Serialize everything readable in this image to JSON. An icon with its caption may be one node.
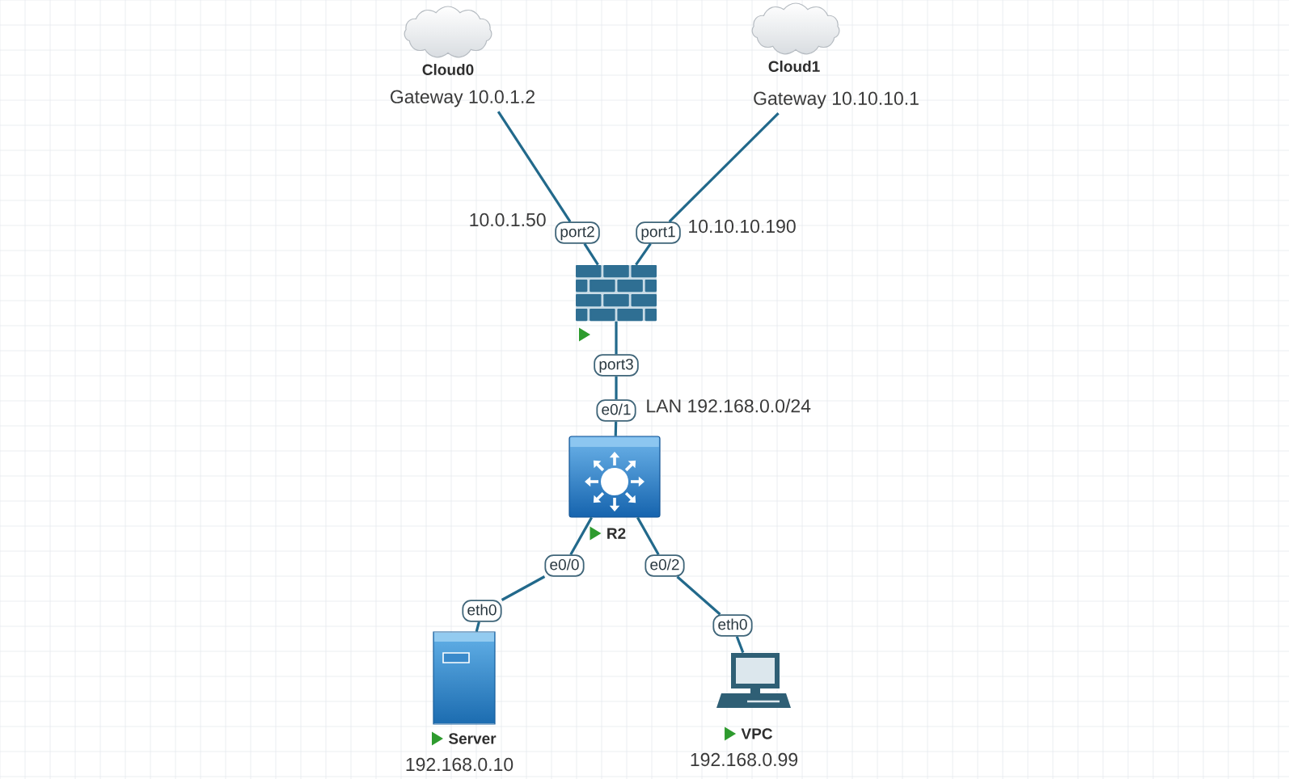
{
  "diagram": {
    "nodes": [
      {
        "text": [
          "Cloud0",
          "Gateway 10.0.1.2"
        ]
      },
      {
        "text": [
          "Cloud1",
          "Gateway 10.10.10.1"
        ]
      },
      {
        "text": [
          "port2"
        ],
        "beside": [
          "10.0.1.50"
        ]
      },
      {
        "text": [
          "port1"
        ],
        "beside": [
          "10.10.10.190"
        ]
      },
      {
        "text": [],
        "shape": "picture"
      },
      {
        "text": [
          "port3"
        ]
      },
      {
        "text": [
          "e0/1"
        ],
        "beside": [
          "LAN 192.168.0.0/24"
        ]
      },
      {
        "text": [
          "R2"
        ]
      },
      {
        "text": [
          "e0/0"
        ]
      },
      {
        "text": [
          "e0/2"
        ]
      },
      {
        "text": [
          "eth0"
        ]
      },
      {
        "text": [
          "eth0"
        ]
      },
      {
        "text": [
          "Server",
          "192.168.0.10"
        ]
      },
      {
        "text": [
          "VPC",
          "192.168.0.99"
        ]
      }
    ],
    "edges": [
      {
        "from": 0,
        "to": 2,
        "arrow": "none"
      },
      {
        "from": 2,
        "to": 4,
        "arrow": "none"
      },
      {
        "from": 1,
        "to": 3,
        "arrow": "none"
      },
      {
        "from": 3,
        "to": 4,
        "arrow": "none"
      },
      {
        "from": 4,
        "to": 5,
        "arrow": "none"
      },
      {
        "from": 5,
        "to": 6,
        "arrow": "none"
      },
      {
        "from": 6,
        "to": 7,
        "arrow": "none"
      },
      {
        "from": 7,
        "to": 8,
        "arrow": "none"
      },
      {
        "from": 8,
        "to": 10,
        "arrow": "none"
      },
      {
        "from": 10,
        "to": 12,
        "arrow": "none"
      },
      {
        "from": 7,
        "to": 9,
        "arrow": "none"
      },
      {
        "from": 9,
        "to": 11,
        "arrow": "none"
      },
      {
        "from": 11,
        "to": 13,
        "arrow": "none"
      }
    ]
  }
}
